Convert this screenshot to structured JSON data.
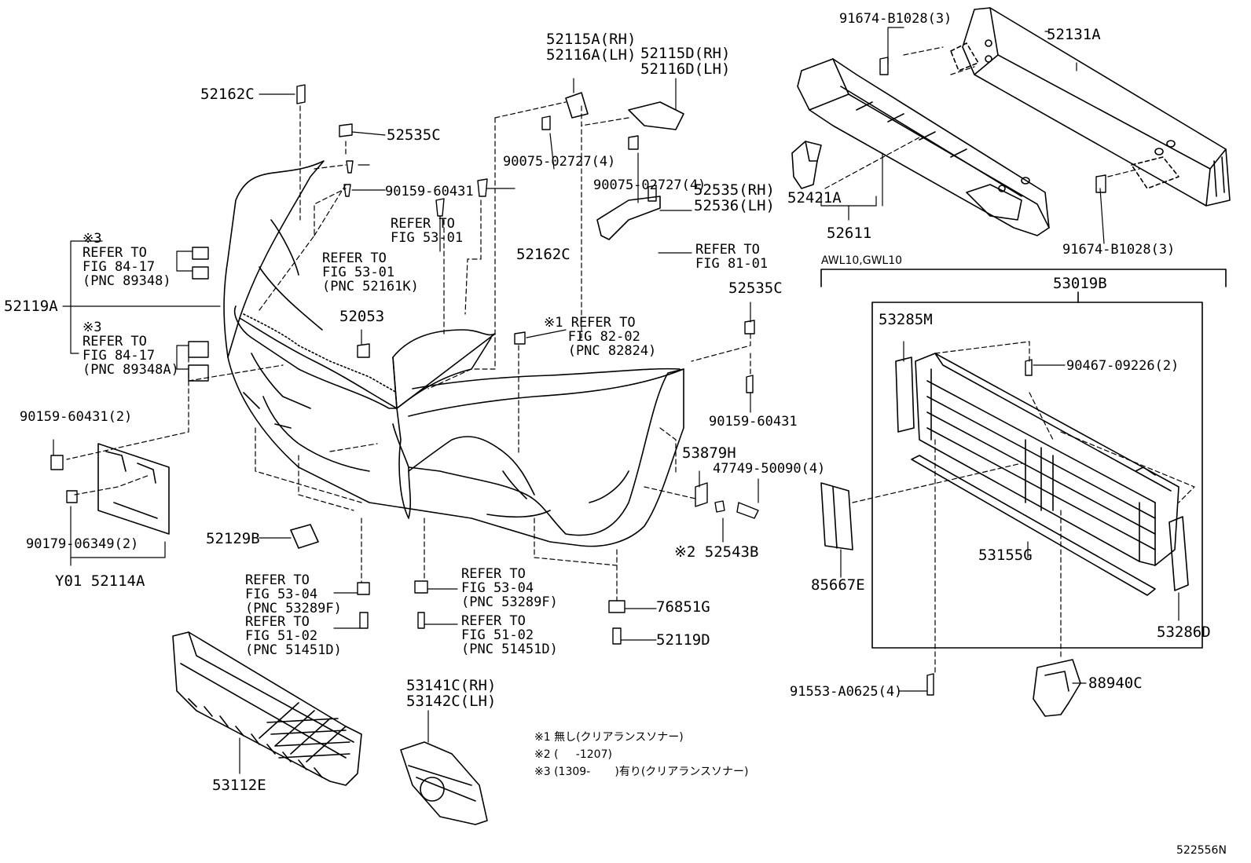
{
  "labels": {
    "p52162c_top": "52162C",
    "p52535c_top": "52535C",
    "p90159_top": "90159-60431",
    "refer_53_01_a": "REFER TO\nFIG 53-01",
    "refer_53_01_b": "REFER TO\nFIG 53-01\n(PNC 52161K)",
    "p52115a": "52115A(RH)\n52116A(LH)",
    "p52115d": "52115D(RH)\n52116D(LH)",
    "p90075_a": "90075-02727(4)",
    "p90075_b": "90075-02727(4)",
    "p52162c_mid": "52162C",
    "p52535_rh": "52535(RH)\n52536(LH)",
    "refer_81_01": "REFER TO\nFIG 81-01",
    "p91674_top": "91674-B1028(3)",
    "p52131a": "52131A",
    "p52421a": "52421A",
    "p52611": "52611",
    "p91674_bot": "91674-B1028(3)",
    "awl": "AWL10,GWL10",
    "p53019b": "53019B",
    "p53285m": "53285M",
    "p90467": "90467-09226(2)",
    "p53155g": "53155G",
    "p85667e": "85667E",
    "p53286d": "53286D",
    "p91553": "91553-A0625(4)",
    "p88940c": "88940C",
    "refer_84_17_a": "※3\nREFER TO\nFIG 84-17\n(PNC 89348)",
    "refer_84_17_b": "※3\nREFER TO\nFIG 84-17\n(PNC 89348A)",
    "p52119a": "52119A",
    "p52053": "52053",
    "refer_82_02": "※1 REFER TO\n   FIG 82-02\n   (PNC 82824)",
    "p52535c_right": "52535C",
    "p90159_right": "90159-60431",
    "p53879h": "53879H",
    "p47749": "47749-50090(4)",
    "p52543b": "※2 52543B",
    "p90159_2": "90159-60431(2)",
    "p90179": "90179-06349(2)",
    "p52114a": "Y01 52114A",
    "p52129b": "52129B",
    "refer_53_04_a": "REFER TO\nFIG 53-04\n(PNC 53289F)",
    "refer_51_02_a": "REFER TO\nFIG 51-02\n(PNC 51451D)",
    "refer_53_04_b": "REFER TO\nFIG 53-04\n(PNC 53289F)",
    "refer_51_02_b": "REFER TO\nFIG 51-02\n(PNC 51451D)",
    "p76851g": "76851G",
    "p52119d": "52119D",
    "p53112e": "53112E",
    "p53141c": "53141C(RH)\n53142C(LH)",
    "note1": "※1 無し(クリアランスソナー)",
    "note2": "※2 (     -1207)",
    "note3": "※3 (1309-       )有り(クリアランスソナー)",
    "fig_id": "522556N"
  }
}
